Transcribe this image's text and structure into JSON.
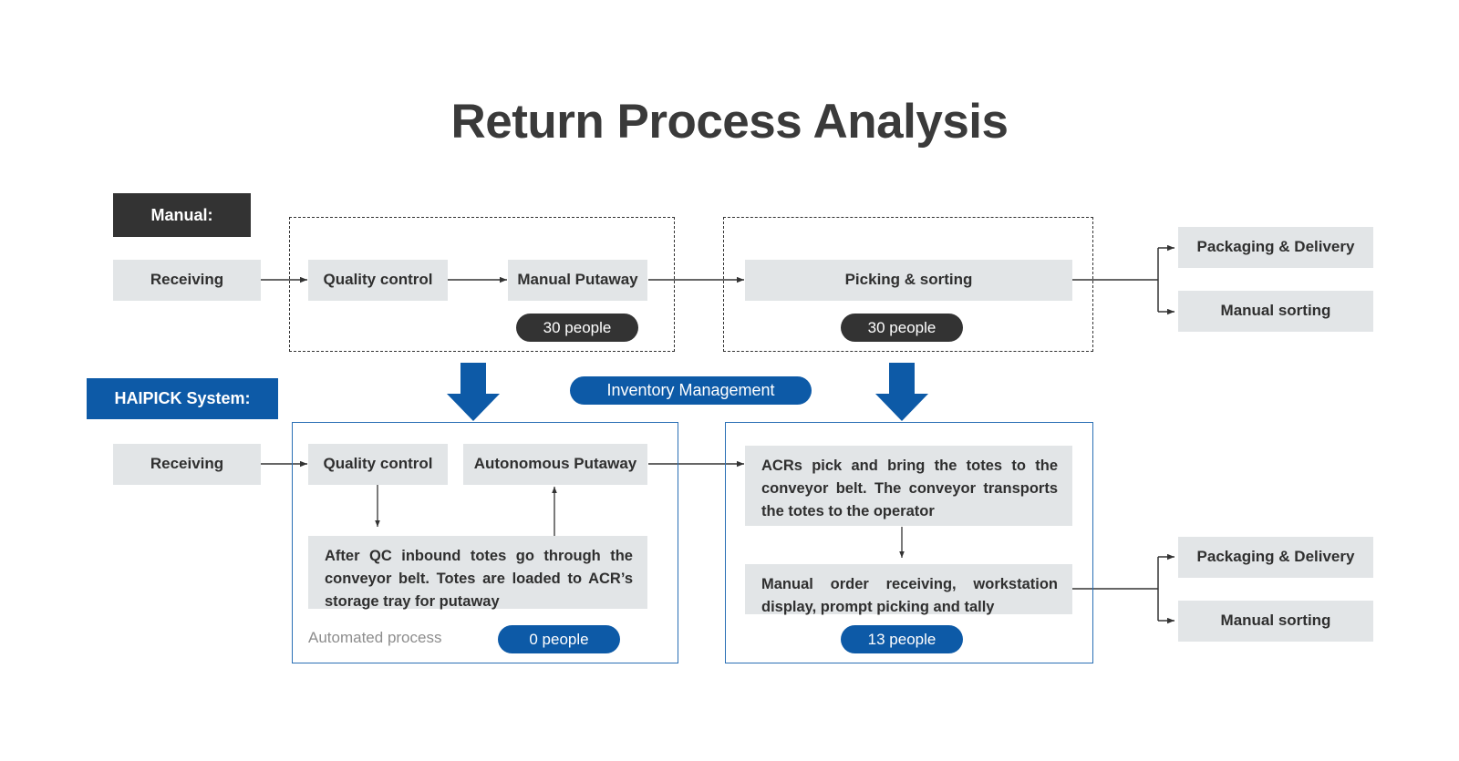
{
  "page": {
    "title": "Return Process Analysis",
    "accent_blue": "#0d5aa7",
    "dark": "#333333",
    "box_gray": "#e2e5e7"
  },
  "manual_row": {
    "label": "Manual:",
    "receiving": "Receiving",
    "quality_control": "Quality control",
    "manual_putaway": "Manual Putaway",
    "putaway_people": "30 people",
    "picking_sorting": "Picking & sorting",
    "picking_people": "30 people",
    "outputs": [
      "Packaging & Delivery",
      "Manual sorting"
    ]
  },
  "middle": {
    "inventory_badge": "Inventory Management"
  },
  "haipick_row": {
    "label": "HAIPICK System:",
    "receiving": "Receiving",
    "quality_control": "Quality control",
    "autonomous_putaway": "Autonomous Putaway",
    "qc_note": "After QC inbound totes go through the conveyor belt. Totes are loaded to ACR’s storage tray for putaway",
    "automated_process": "Automated process",
    "putaway_people": "0 people",
    "acr_note": "ACRs pick and bring the totes to the conveyor belt. The conveyor transports the totes to the operator",
    "manual_note": "Manual order receiving, workstation display, prompt picking and tally",
    "picking_people": "13 people",
    "outputs": [
      "Packaging & Delivery",
      "Manual sorting"
    ]
  }
}
